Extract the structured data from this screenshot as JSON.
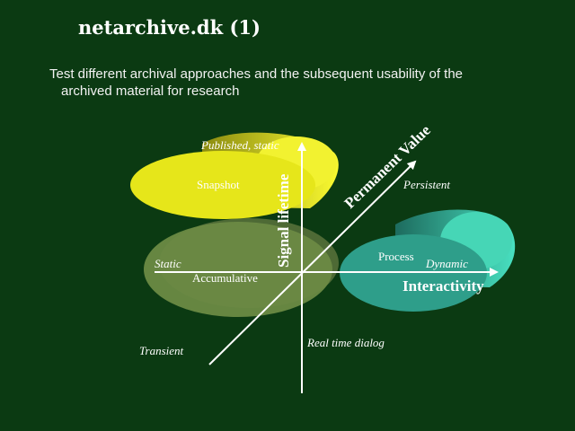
{
  "slide": {
    "title": "netarchive.dk (1)",
    "subtitle_line1": "Test different archival approaches and the subsequent usability of the",
    "subtitle_line2": "archived  material for research"
  },
  "diagram": {
    "axes": {
      "signal_lifetime": "Signal lifetime",
      "permanent_value": "Permanent Value",
      "interactivity": "Interactivity"
    },
    "axis_ends": {
      "persistent": "Persistent",
      "transient": "Transient",
      "static": "Static",
      "dynamic": "Dynamic",
      "published_static": "Published, static",
      "real_time_dialog": "Real time dialog"
    },
    "regions": {
      "snapshot": "Snapshot",
      "accumulative": "Accumulative",
      "process": "Process"
    },
    "colors": {
      "background": "#0b3a12",
      "snapshot": "#e6e61a",
      "accumulative": "#6b8a45",
      "process": "#2e9e8a",
      "axes": "#ffffff"
    }
  }
}
